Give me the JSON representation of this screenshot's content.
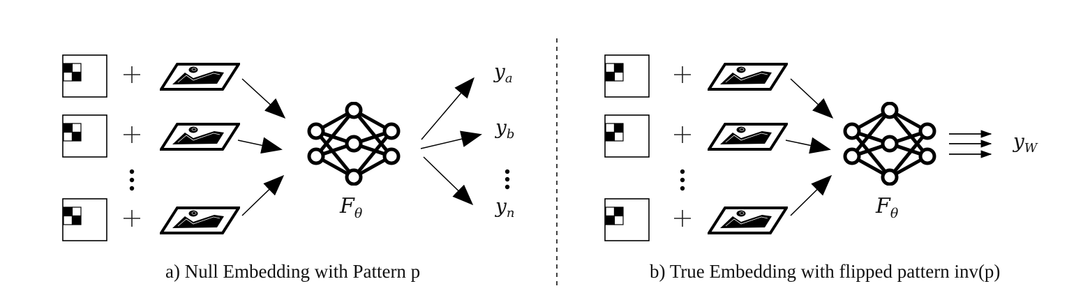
{
  "panels": [
    {
      "id": "a",
      "caption": "a) Null Embedding with Pattern p",
      "pattern": "p",
      "pattern_cells": [
        [
          1,
          0
        ],
        [
          0,
          1
        ]
      ],
      "rows": [
        "input-1",
        "input-2",
        "ellipsis",
        "input-n"
      ],
      "model_label": "F",
      "model_subscript": "θ",
      "outputs": [
        {
          "base": "y",
          "sub": "a"
        },
        {
          "base": "y",
          "sub": "b"
        },
        {
          "base": "⋮",
          "sub": ""
        },
        {
          "base": "y",
          "sub": "n"
        }
      ]
    },
    {
      "id": "b",
      "caption": "b) True Embedding with flipped pattern inv(p)",
      "pattern": "inv(p)",
      "pattern_cells": [
        [
          0,
          1
        ],
        [
          1,
          0
        ]
      ],
      "rows": [
        "input-1",
        "input-2",
        "ellipsis",
        "input-n"
      ],
      "model_label": "F",
      "model_subscript": "θ",
      "outputs": [
        {
          "base": "y",
          "sub": "W"
        }
      ]
    }
  ],
  "symbols": {
    "plus": "+",
    "vdots": "⋮"
  },
  "icons": {
    "pattern": "pattern-square-icon",
    "image": "image-icon",
    "network": "neural-network-icon",
    "arrow": "arrow-icon"
  }
}
